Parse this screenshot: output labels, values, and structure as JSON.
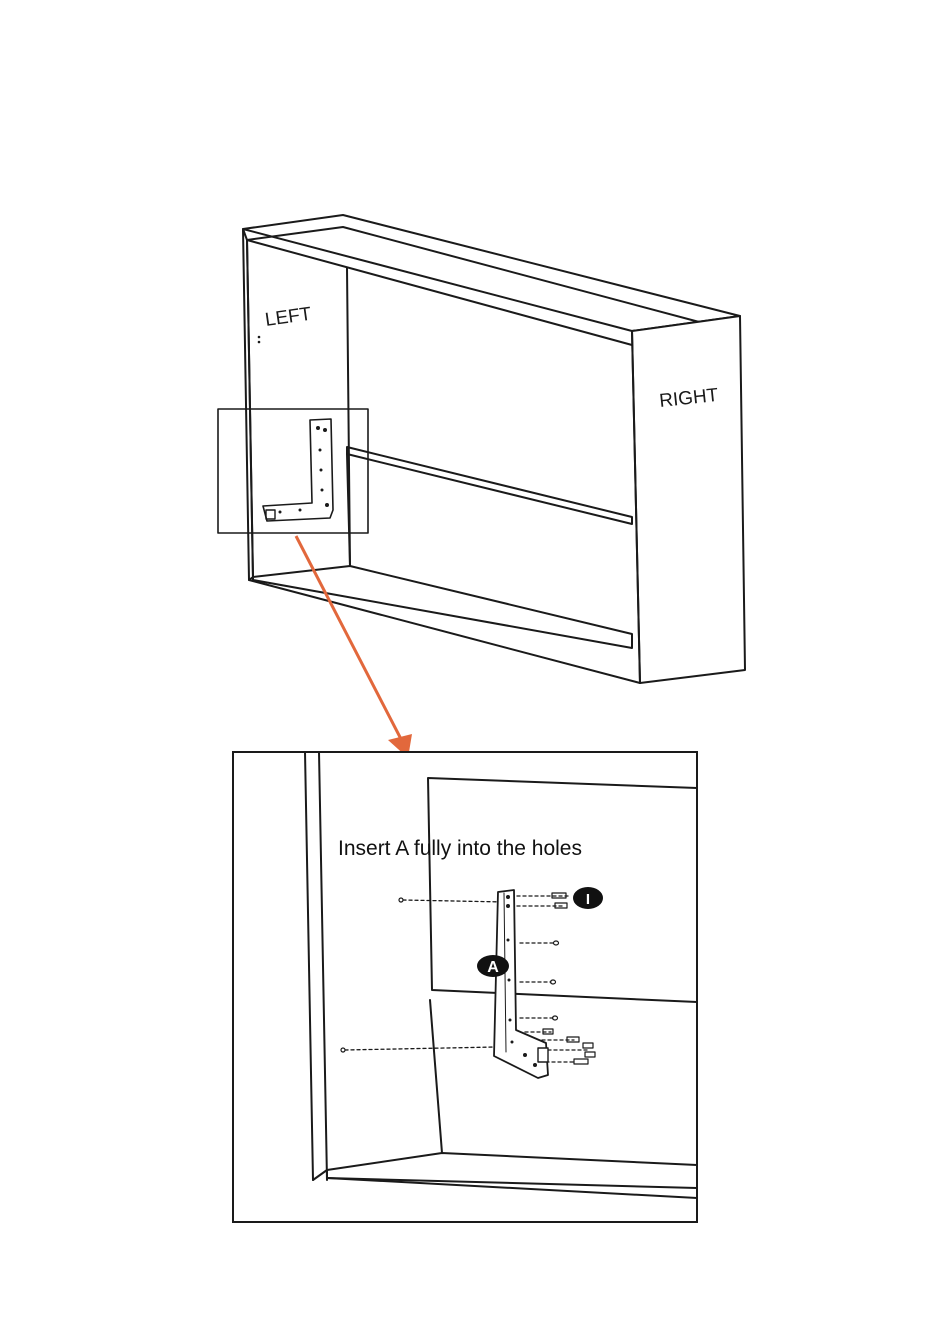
{
  "labels": {
    "left_panel": "LEFT",
    "right_panel": "RIGHT",
    "instruction": "Insert A fully into the holes",
    "part_a": "A",
    "part_i": "I"
  },
  "colors": {
    "line": "#1a1a1a",
    "arrow": "#e2683c",
    "callout_fill": "#111111",
    "callout_text": "#ffffff"
  },
  "icons": {
    "pointer": "arrow-down-icon",
    "part_markers": "circle-letter-badge"
  }
}
